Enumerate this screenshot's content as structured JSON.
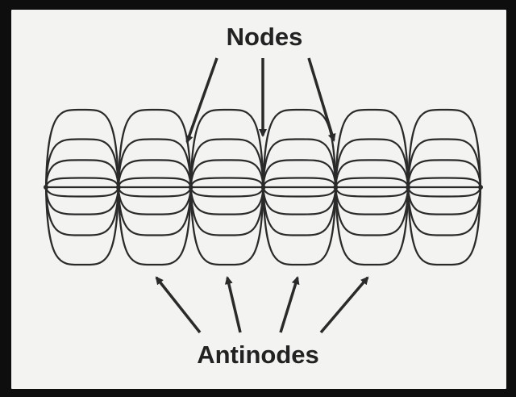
{
  "labels": {
    "nodes": "Nodes",
    "antinodes": "Antinodes"
  },
  "loops": {
    "count": 6,
    "amplitude_ratios": [
      1.0,
      0.62,
      0.35,
      0.12
    ]
  },
  "colors": {
    "frame": "#0e0e0e",
    "background": "#f3f3f1",
    "stroke": "#2a2a2a"
  }
}
